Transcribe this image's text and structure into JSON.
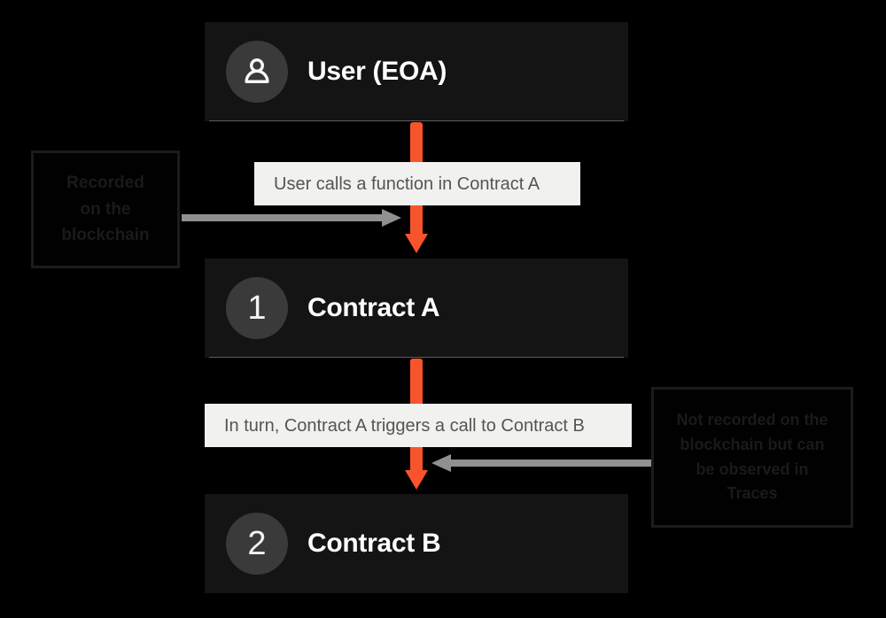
{
  "diagram": {
    "title": "Smart contract call flow",
    "background_color": "#000000",
    "accent_color": "#f8542c",
    "card_color": "#141414",
    "chip_color": "#f1f1f0",
    "connector_color": "#909090"
  },
  "nodes": [
    {
      "id": "user",
      "icon": "person-icon",
      "badge_text": "",
      "label": "User (EOA)"
    },
    {
      "id": "contract-a",
      "icon": "number-badge",
      "badge_text": "1",
      "label": "Contract A"
    },
    {
      "id": "contract-b",
      "icon": "number-badge",
      "badge_text": "2",
      "label": "Contract B"
    }
  ],
  "captions": [
    {
      "id": "caption-1",
      "text": "User calls a function in Contract A"
    },
    {
      "id": "caption-2",
      "text": "In turn, Contract A triggers a call to Contract B"
    }
  ],
  "annotations": {
    "left": {
      "lines": [
        "Recorded",
        "on the",
        "blockchain"
      ],
      "full_text": "Recorded on the blockchain"
    },
    "right": {
      "lines": [
        "Not recorded on the",
        "blockchain but can",
        "be observed in",
        "Traces"
      ],
      "full_text": "Not recorded on the blockchain but can be observed in Traces"
    }
  }
}
